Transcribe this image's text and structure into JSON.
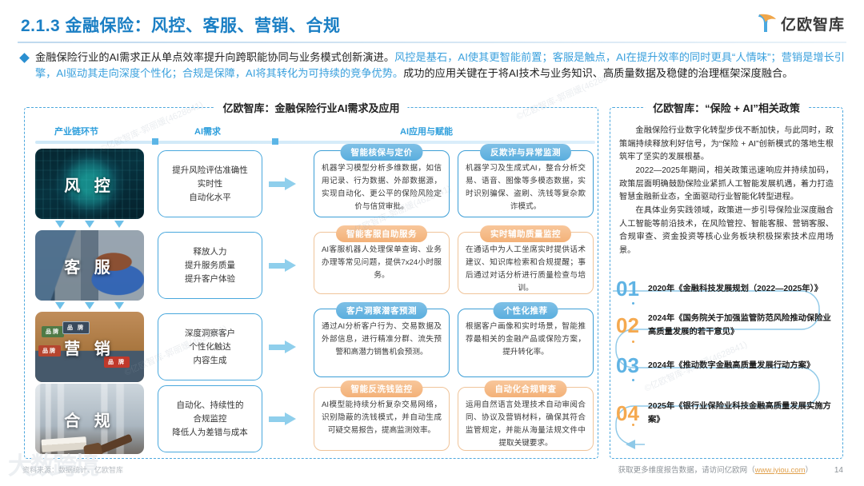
{
  "header": {
    "title": "2.1.3 金融保险：风控、客服、营销、合规",
    "logo_text": "亿欧智库"
  },
  "intro": {
    "segments": [
      {
        "text": "金融保险行业的AI需求正从单点效率提升向跨职能协同与业务模式创新演进。",
        "highlight": false
      },
      {
        "text": "风控是基石，AI使其更智能前置；客服是触点，AI在提升效率的同时更具“人情味”；营销是增长引擎，AI驱动其走向深度个性化；合规是保障，AI将其转化为可持续的竞争优势。",
        "highlight": true
      },
      {
        "text": "成功的应用关键在于将AI技术与业务知识、高质量数据及稳健的治理框架深度融合。",
        "highlight": false
      }
    ]
  },
  "left_panel": {
    "caption": "亿欧智库：金融保险行业AI需求及应用",
    "column_headers": [
      "产业链环节",
      "AI需求",
      "AI应用与赋能"
    ],
    "rows": [
      {
        "chain": "风 控",
        "demand": [
          "提升风险评估准确性",
          "实时性",
          "自动化水平"
        ],
        "apps": [
          {
            "title": "智能核保与定价",
            "tone": "blue",
            "body": "机器学习模型分析多维数据，如信用记录、行为数据、外部数据源，实现自动化、更公平的保险风险定价与信贷审批。"
          },
          {
            "title": "反欺诈与异常监测",
            "tone": "blue",
            "body": "机器学习及生成式AI，整合分析交易、语音、图像等多模态数据，实时识别骗保、盗刷、洗钱等复杂欺诈模式。"
          }
        ]
      },
      {
        "chain": "客 服",
        "demand": [
          "释放人力",
          "提升服务质量",
          "提升客户体验"
        ],
        "apps": [
          {
            "title": "智能客服自助服务",
            "tone": "orange",
            "body": "AI客服机器人处理保单查询、业务办理等常见问题，提供7x24小时服务。"
          },
          {
            "title": "实时辅助质量监控",
            "tone": "orange",
            "body": "在通话中为人工坐席实时提供话术建议、知识库检索和合规提醒；事后通过对话分析进行质量检查与培训。"
          }
        ]
      },
      {
        "chain": "营 销",
        "demand": [
          "深度洞察客户",
          "个性化触达",
          "内容生成"
        ],
        "apps": [
          {
            "title": "客户洞察潜客预测",
            "tone": "blue",
            "body": "通过AI分析客户行为、交易数据及外部信息，进行精准分群、流失预警和高潜力销售机会预测。"
          },
          {
            "title": "个性化推荐",
            "tone": "blue",
            "body": "根据客户画像和实时场景，智能推荐最相关的金融产品或保险方案，提升转化率。"
          }
        ]
      },
      {
        "chain": "合 规",
        "demand": [
          "自动化、持续性的",
          "合规监控",
          "降低人为差错与成本"
        ],
        "apps": [
          {
            "title": "智能反洗钱监控",
            "tone": "orange",
            "body": "AI模型能持续分析复杂交易网络，识别隐蔽的洗钱模式，并自动生成可疑交易报告，提高监测效率。"
          },
          {
            "title": "自动化合规审查",
            "tone": "orange",
            "body": "运用自然语言处理技术自动审阅合同、协议及营销材料，确保其符合监管规定，并能从海量法规文件中提取关键要求。"
          }
        ]
      }
    ]
  },
  "right_panel": {
    "caption": "亿欧智库：“保险 + AI”相关政策",
    "paragraphs": [
      "金融保险行业数字化转型步伐不断加快，与此同时，政策端持续释放利好信号，为“保险 + AI”创新模式的落地生根筑牢了坚实的发展根基。",
      "2022—2025年期间，相关政策迅速响应并持续加码，政策层面明确鼓励保险业紧抓人工智能发展机遇，着力打造智慧金融新业态，全面驱动行业智能化转型进程。",
      "在具体业务实践领域，政策进一步引导保险业深度融合人工智能等前沿技术，在风险管控、智能客服、营销客服、合规审查、资金投资等核心业务板块积极探索技术应用场景。"
    ],
    "policies": [
      {
        "num": "01",
        "tone": "blue",
        "text": "2020年《金融科技发展规划（2022—2025年）》"
      },
      {
        "num": "02",
        "tone": "orange",
        "text": "2024年《国务院关于加强监管防范风险推动保险业高质量发展的若干意见》"
      },
      {
        "num": "03",
        "tone": "blue",
        "text": "2024年《推动数字金融高质量发展行动方案》"
      },
      {
        "num": "04",
        "tone": "orange",
        "text": "2025年《银行业保险业科技金融高质量发展实施方案》"
      }
    ]
  },
  "footer": {
    "source": "资料来源：数据统计、亿欧智库",
    "note": "获取更多维度报告数据，请访问亿欧网（",
    "link": "www.iyiou.com",
    "note_end": "）",
    "page": "14"
  },
  "colors": {
    "accent_blue": "#2a8fd0",
    "light_blue": "#5aaede",
    "orange": "#f3b178",
    "dash_border": "#4ea8de"
  }
}
